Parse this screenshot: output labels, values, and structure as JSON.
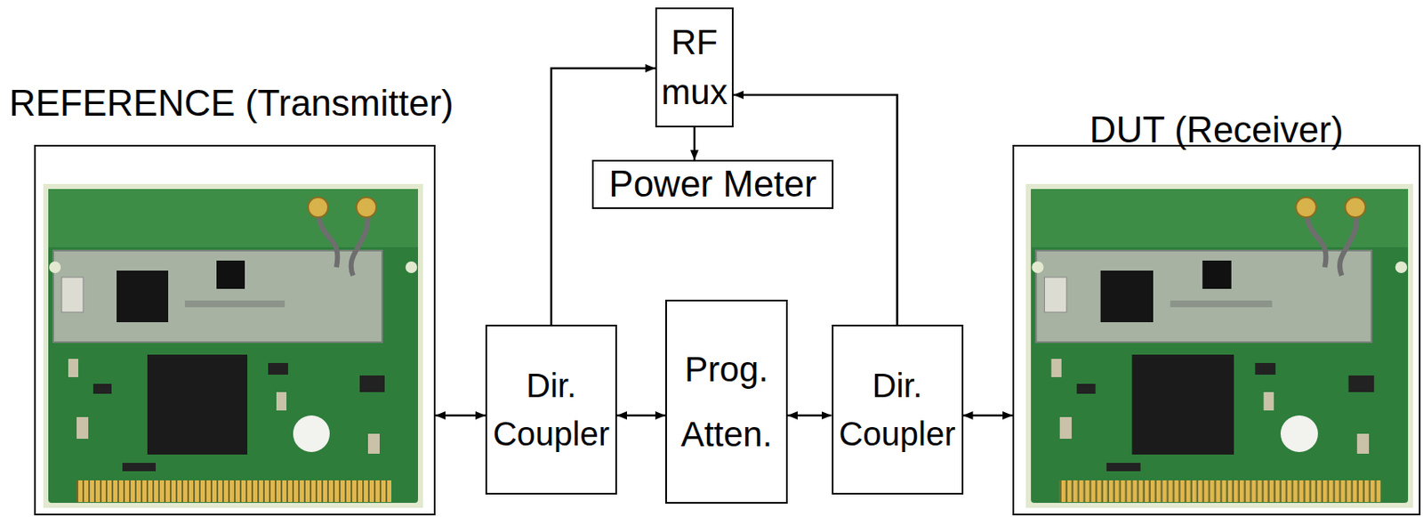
{
  "diagram": {
    "nodes": [
      {
        "text": [
          "REFERENCE (Transmitter)"
        ]
      },
      {
        "text": [
          "RF mux"
        ]
      },
      {
        "text": [
          "Power Meter"
        ]
      },
      {
        "text": [
          "Dir. Coupler"
        ]
      },
      {
        "text": [
          "Prog. Atten."
        ]
      },
      {
        "text": [
          "Dir. Coupler"
        ]
      },
      {
        "text": [
          "DUT (Receiver)"
        ]
      }
    ],
    "edges": [
      {
        "from": 0,
        "to": 3,
        "arrow": "both"
      },
      {
        "from": 3,
        "to": 4,
        "arrow": "both"
      },
      {
        "from": 4,
        "to": 5,
        "arrow": "both"
      },
      {
        "from": 5,
        "to": 6,
        "arrow": "both"
      },
      {
        "from": 3,
        "to": 1,
        "arrow": "to"
      },
      {
        "from": 5,
        "to": 1,
        "arrow": "to"
      },
      {
        "from": 1,
        "to": 2,
        "arrow": "to"
      }
    ]
  }
}
